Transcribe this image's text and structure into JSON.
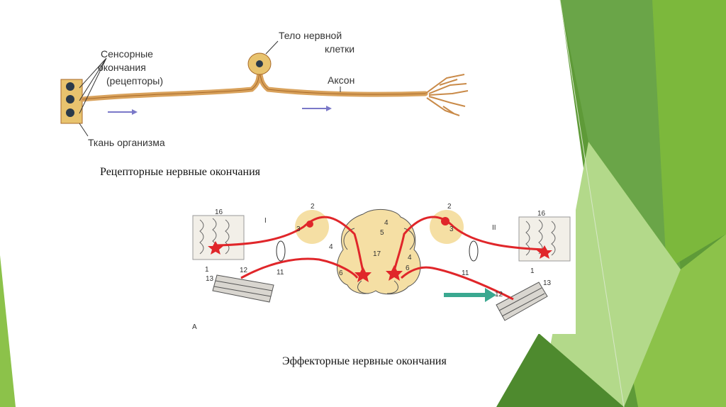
{
  "theme": {
    "accent_dark": "#4e8a2e",
    "accent": "#7cb83c",
    "accent_light": "#b3d98a",
    "nerve_fill": "#d9a25c",
    "nerve_stroke": "#a86a2a",
    "reflex_red": "#e0262a",
    "ganglion_yellow": "#f5dfa4",
    "arrow_color": "#7a78c8",
    "teal_arrow": "#3aa890"
  },
  "receptor_diagram": {
    "labels": {
      "sensory_line1": "Сенсорные",
      "sensory_line2": "окончания",
      "sensory_line3": "(рецепторы)",
      "cell_body_line1": "Тело нервной",
      "cell_body_line2": "клетки",
      "axon": "Аксон",
      "tissue": "Ткань организма"
    },
    "caption": "Рецепторные нервные окончания"
  },
  "effector_diagram": {
    "numbers": {
      "n16_left": "16",
      "n16_right": "16",
      "n1_left": "1",
      "n1_right": "1",
      "roman1": "I",
      "roman2": "II",
      "n2_left": "2",
      "n2_right": "2",
      "n3_left": "3",
      "n3_right": "3",
      "n4_left": "4",
      "n4_mid": "4",
      "n4_right": "4",
      "n5": "5",
      "n17": "17",
      "n6_left": "6",
      "n6_right": "6",
      "n11_left": "11",
      "n11_right": "11",
      "n12_left": "12",
      "n12_right": "12",
      "n13_left": "13",
      "n13_right": "13",
      "letter_a": "A"
    },
    "caption": "Эффекторные нервные окончания"
  }
}
